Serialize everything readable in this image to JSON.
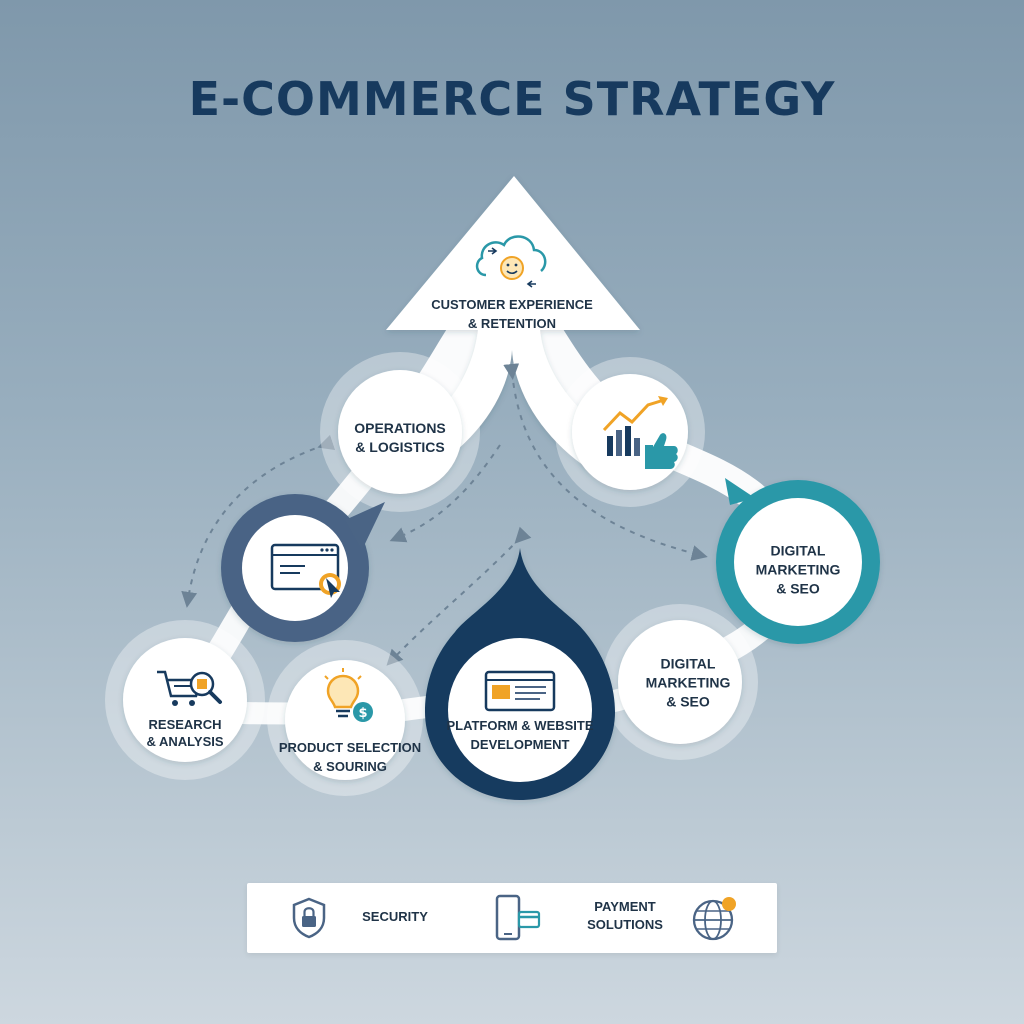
{
  "title": "E-COMMERCE STRATEGY",
  "nodes": {
    "customer_experience": "Customer Experience\n& Retention",
    "operations": "Operations\n& Logistics",
    "marketing_top": "Digital\nMarketing\n& SEO",
    "marketing_bottom": "Digital\nMarketing\n& SEO",
    "research": "Research\n& Analysis",
    "product_selection": "Product Selection\n& Souring",
    "platform": "Platform & Website\nDevelopment"
  },
  "footer": {
    "security": "SECURITY",
    "payment": "PAYMENT\nSOLUTIONS"
  },
  "colors": {
    "navy": "#173a5e",
    "slate_blue": "#4a6485",
    "teal": "#2a98a8",
    "orange": "#f0a326"
  },
  "icons": [
    "cloud-smile-icon",
    "growth-chart-thumbs-up-icon",
    "browser-click-icon",
    "cart-search-icon",
    "lightbulb-dollar-icon",
    "web-page-icon",
    "shield-lock-icon",
    "phone-card-icon",
    "globe-icon"
  ]
}
